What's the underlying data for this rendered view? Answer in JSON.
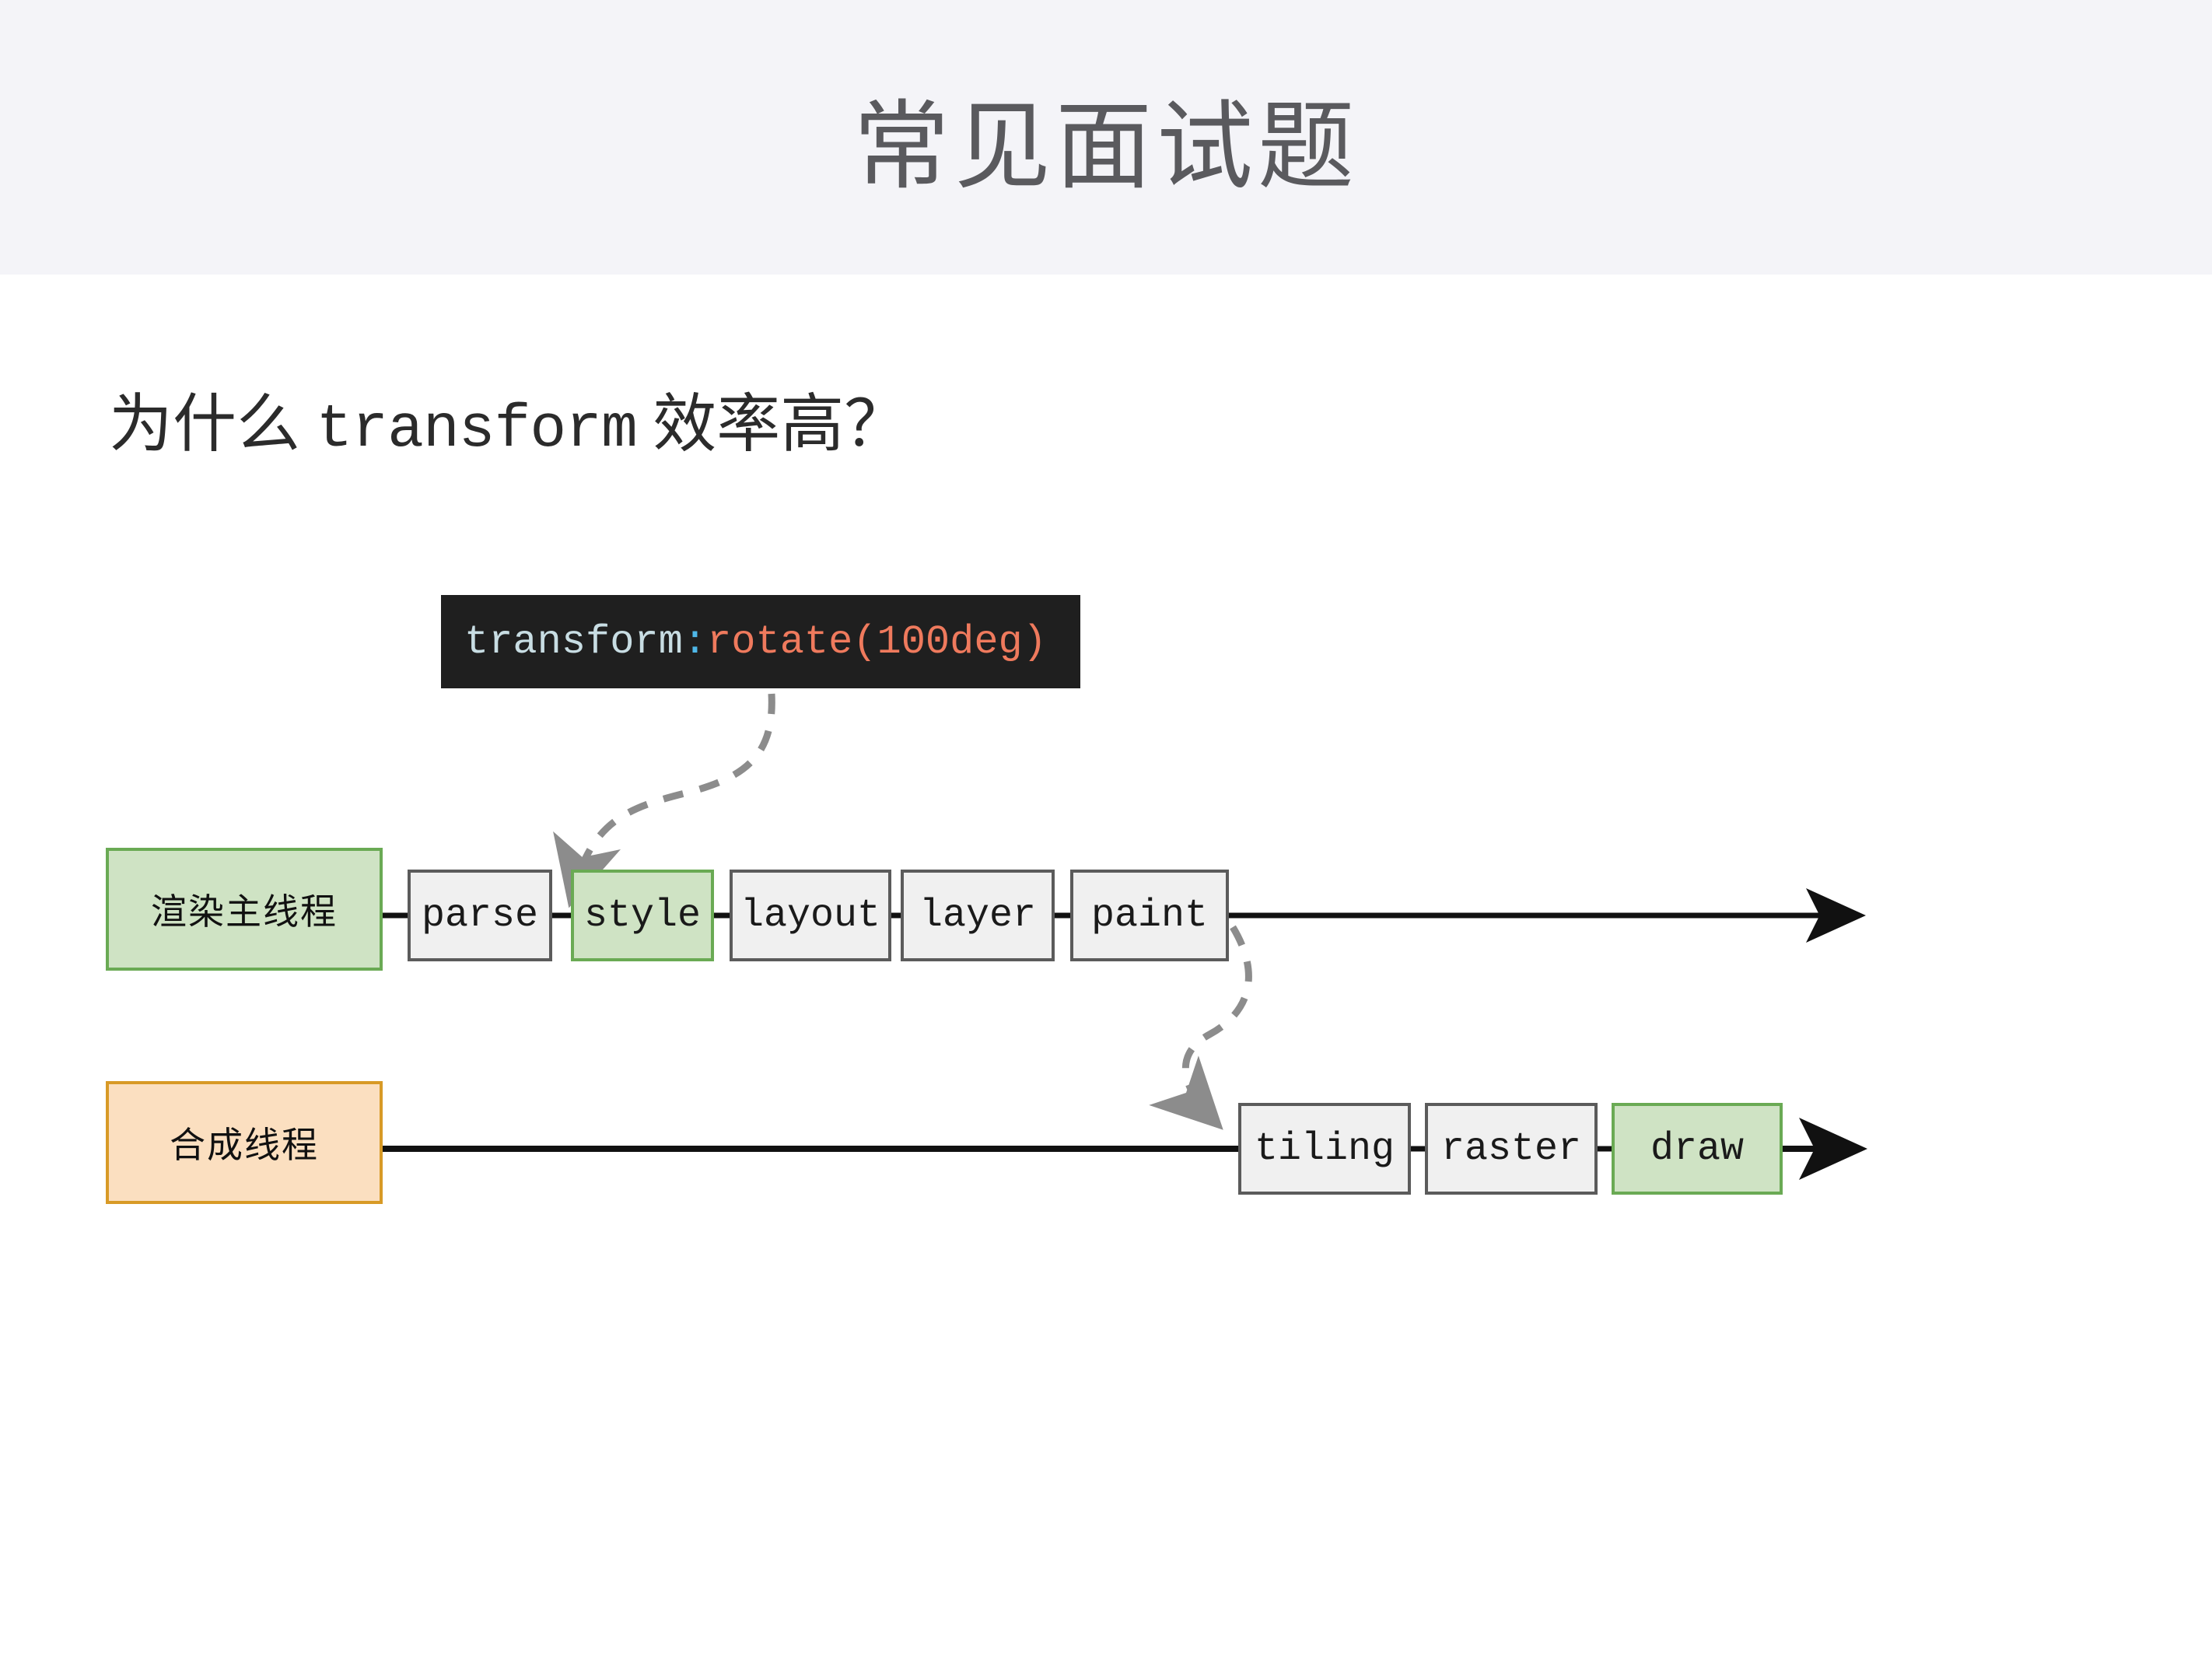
{
  "header": {
    "title": "常见面试题",
    "band_color": "#f4f4f8",
    "title_color": "#5a5a5e"
  },
  "question": {
    "prefix": "为什么 ",
    "keyword": "transform",
    "suffix": " 效率高？"
  },
  "code_chip": {
    "property": "transform",
    "colon": ":",
    "value": " rotate(100deg)",
    "bg_color": "#1f1f1f",
    "property_color": "#c8dde3",
    "colon_color": "#4fb8e8",
    "value_color": "#ef7a5d"
  },
  "diagram": {
    "threads": [
      {
        "id": "main-thread",
        "label": "渲染主线程",
        "fill": "#cfe3c4",
        "border": "#6aaa54",
        "stages": [
          {
            "label": "parse",
            "highlight": false
          },
          {
            "label": "style",
            "highlight": true
          },
          {
            "label": "layout",
            "highlight": false
          },
          {
            "label": "layer",
            "highlight": false
          },
          {
            "label": "paint",
            "highlight": false
          }
        ]
      },
      {
        "id": "composite-thread",
        "label": "合成线程",
        "fill": "#fbdfc0",
        "border": "#d89a26",
        "stages": [
          {
            "label": "tiling",
            "highlight": false
          },
          {
            "label": "raster",
            "highlight": false
          },
          {
            "label": "draw",
            "highlight": true
          }
        ]
      }
    ],
    "stage_fill": "#f0f0f0",
    "stage_border": "#5b5b5b",
    "highlight_fill": "#cfe3c4",
    "highlight_border": "#6aaa54",
    "connector_color": "#111111",
    "dashed_arrow_color": "#8c8c8c",
    "annotations": [
      {
        "name": "code-to-style",
        "from": "code_chip",
        "to": "style"
      },
      {
        "name": "paint-to-tiling",
        "from": "paint",
        "to": "tiling"
      }
    ]
  }
}
